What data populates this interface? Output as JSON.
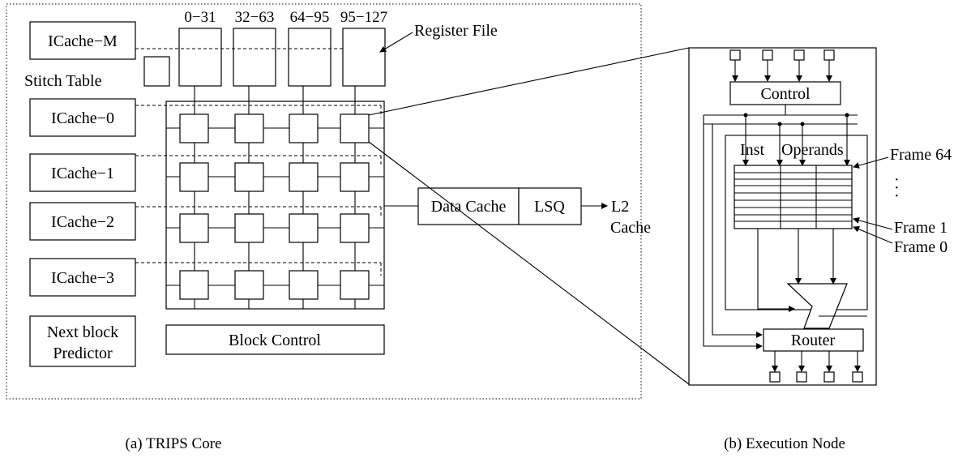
{
  "core": {
    "icache_m": "ICache−M",
    "stitch_table": "Stitch Table",
    "icaches": [
      "ICache−0",
      "ICache−1",
      "ICache−2",
      "ICache−3"
    ],
    "register_banks": [
      "0−31",
      "32−63",
      "64−95",
      "95−127"
    ],
    "register_file": "Register File",
    "next_block_line1": "Next block",
    "next_block_line2": "Predictor",
    "block_control": "Block Control",
    "data_cache": "Data Cache",
    "lsq": "LSQ",
    "l2_line1": "L2",
    "l2_line2": "Cache",
    "caption": "(a) TRIPS Core"
  },
  "node": {
    "control": "Control",
    "inst": "Inst",
    "operands": "Operands",
    "frame_64": "Frame 64",
    "frame_1": "Frame 1",
    "frame_0": "Frame 0",
    "ellipsis": "·\n·\n·",
    "router": "Router",
    "caption": "(b) Execution Node"
  }
}
